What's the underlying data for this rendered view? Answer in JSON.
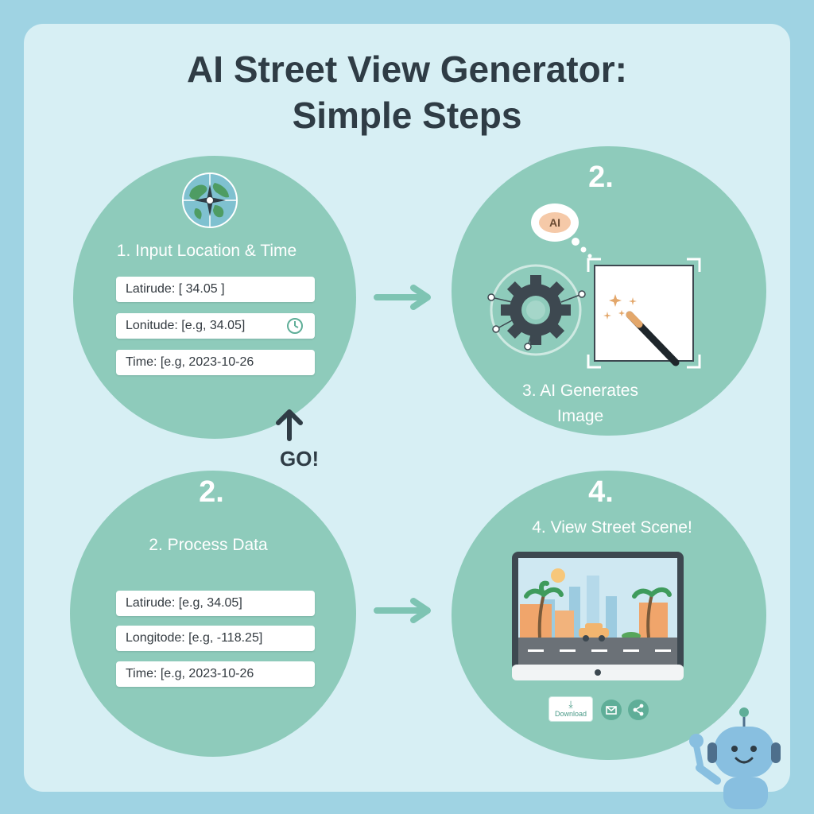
{
  "title_line1": "AI Street View Generator:",
  "title_line2": "Simple Steps",
  "step1": {
    "label": "1. Input Location & Time",
    "fields": [
      "Latirude: [ 34.05 ]",
      "Lonitude: [e.g, 34.05]",
      "Time: [e.g, 2023-10-26"
    ]
  },
  "step2_top": {
    "number": "2.",
    "ai_bubble": "AI",
    "label_line1": "3. AI Generates",
    "label_line2": "Image"
  },
  "go_label": "GO!",
  "step2_bottom": {
    "number": "2.",
    "label": "2. Process Data",
    "fields": [
      "Latirude:  [e.g, 34.05]",
      "Longitode: [e.g, -118.25]",
      "Time: [e.g, 2023-10-26"
    ]
  },
  "step4": {
    "number": "4.",
    "label": "4. View Street Scene!",
    "download_label": "Download"
  },
  "colors": {
    "background": "#9fd3e3",
    "panel": "#d7eff4",
    "circle": "#8ecbbb",
    "accent": "#5fae98",
    "title": "#2f3c45"
  }
}
